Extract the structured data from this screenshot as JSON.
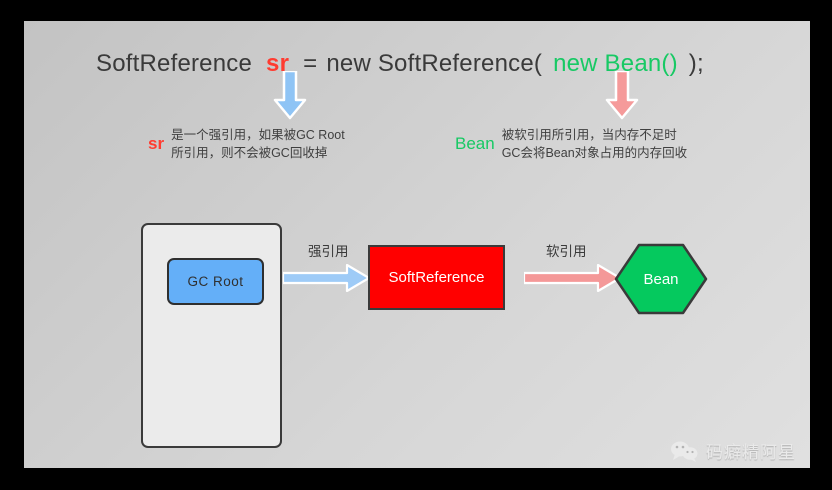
{
  "canvas": {
    "background_start": "#c3c3c3",
    "background_end": "#e0e0e0",
    "frame_color": "#000000"
  },
  "code_line": {
    "part1": "SoftReference",
    "variable": "sr",
    "equals": "=",
    "part2": "new SoftReference(",
    "new_bean": "new Bean()",
    "part3": ");",
    "variable_color": "#ff3b30",
    "bean_color": "#17c964"
  },
  "annotations": [
    {
      "key": "sr",
      "key_color": "#ff3b30",
      "line1": "是一个强引用，如果被GC Root",
      "line2": "所引用，则不会被GC回收掉",
      "arrow_color": "#8fc4f5"
    },
    {
      "key": "Bean",
      "key_color": "#17c964",
      "line1": "被软引用所引用，当内存不足时",
      "line2": "GC会将Bean对象占用的内存回收",
      "arrow_color": "#f59a9a"
    }
  ],
  "diagram": {
    "gc_root_label": "GC  Root",
    "gc_root_color": "#64aff8",
    "soft_reference_label": "SoftReference",
    "soft_reference_color": "#ff0000",
    "bean_label": "Bean",
    "bean_color": "#05c95e",
    "edge1_label": "强引用",
    "edge1_color": "#9ecbf7",
    "edge2_label": "软引用",
    "edge2_color": "#f49898"
  },
  "watermark": {
    "text": "码癖精阿星",
    "icon": "wechat-icon"
  }
}
